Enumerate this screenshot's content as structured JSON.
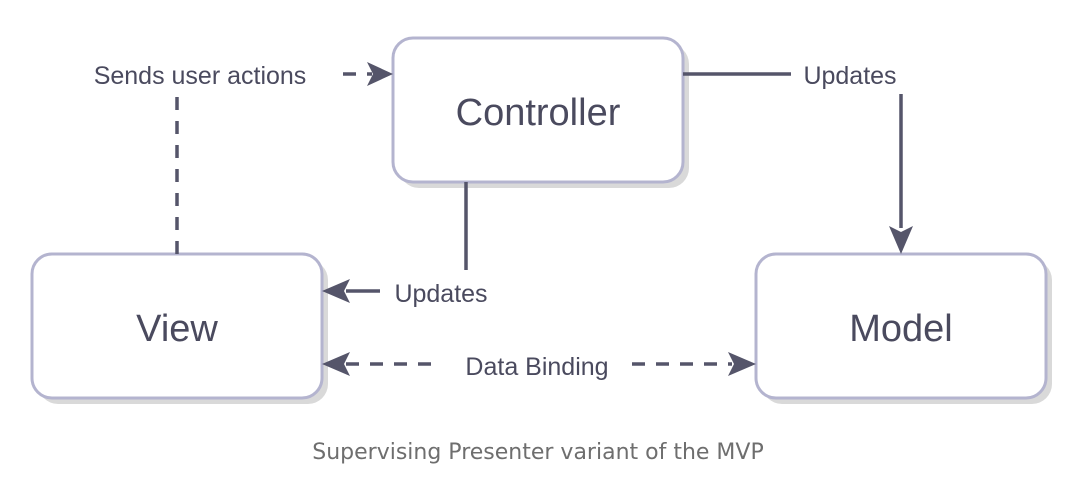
{
  "nodes": {
    "controller": "Controller",
    "view": "View",
    "model": "Model"
  },
  "edges": {
    "sends_user_actions": "Sends user actions",
    "controller_updates_model": "Updates",
    "controller_updates_view": "Updates",
    "data_binding": "Data Binding"
  },
  "caption": "Supervising Presenter variant of the MVP",
  "colors": {
    "node_border": "#b4b4cf",
    "edge": "#55556a",
    "text": "#4a4a5e"
  }
}
